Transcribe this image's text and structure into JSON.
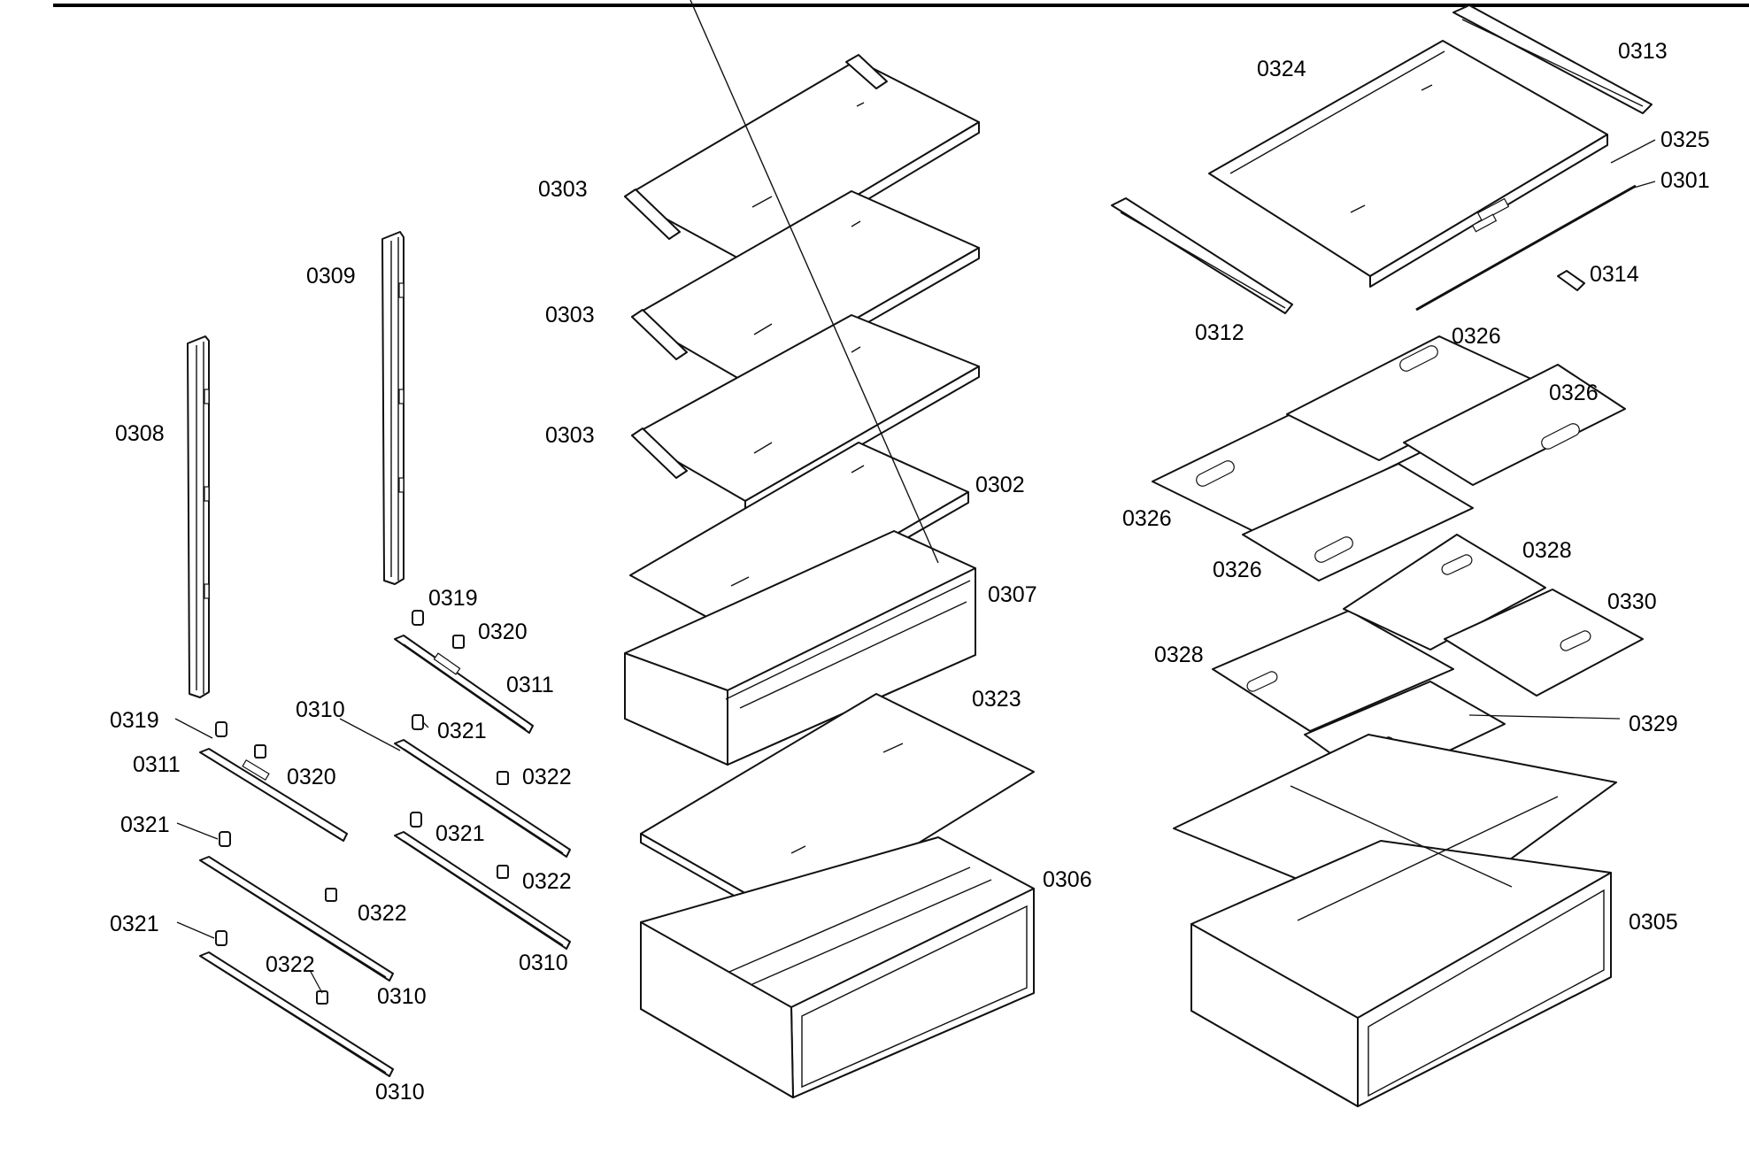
{
  "labels": {
    "p0301": "0301",
    "p0302": "0302",
    "p0303a": "0303",
    "p0303b": "0303",
    "p0303c": "0303",
    "p0305": "0305",
    "p0306": "0306",
    "p0307": "0307",
    "p0308": "0308",
    "p0309": "0309",
    "p0310a": "0310",
    "p0310b": "0310",
    "p0310c": "0310",
    "p0310d": "0310",
    "p0311a": "0311",
    "p0311b": "0311",
    "p0312": "0312",
    "p0313": "0313",
    "p0314": "0314",
    "p0319a": "0319",
    "p0319b": "0319",
    "p0320a": "0320",
    "p0320b": "0320",
    "p0321a": "0321",
    "p0321b": "0321",
    "p0321c": "0321",
    "p0321d": "0321",
    "p0322a": "0322",
    "p0322b": "0322",
    "p0322c": "0322",
    "p0322d": "0322",
    "p0323": "0323",
    "p0324": "0324",
    "p0325": "0325",
    "p0326a": "0326",
    "p0326b": "0326",
    "p0326c": "0326",
    "p0326d": "0326",
    "p0328a": "0328",
    "p0328b": "0328",
    "p0329": "0329",
    "p0330": "0330"
  }
}
